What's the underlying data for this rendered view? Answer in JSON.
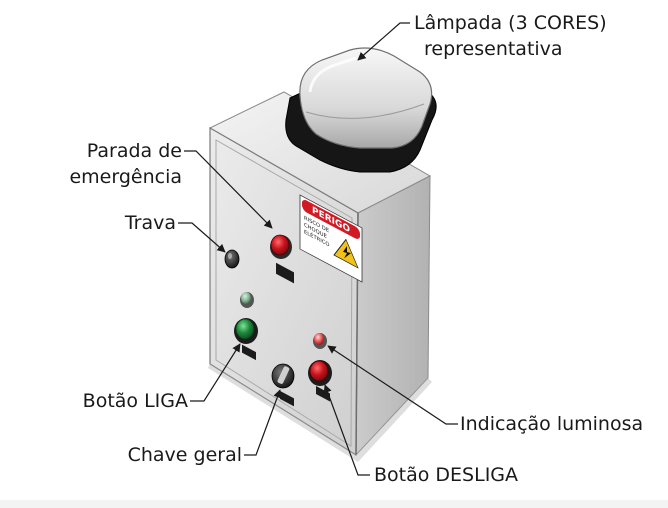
{
  "labels": {
    "lamp_line1": "Lâmpada (3 CORES)",
    "lamp_line2": "representativa",
    "emergency_line1": "Parada de",
    "emergency_line2": "emergência",
    "lock": "Trava",
    "start_button": "Botão LIGA",
    "main_switch": "Chave geral",
    "indicator": "Indicação luminosa",
    "stop_button": "Botão DESLIGA"
  },
  "warning_sign": {
    "title": "PERIGO",
    "line1": "RISCO DE",
    "line2": "CHOQUE",
    "line3": "ELÉTRICO"
  },
  "colors": {
    "emergency_red": "#c8141e",
    "start_green": "#1f8a3c",
    "stop_red": "#d01820",
    "warning_red": "#d11a24",
    "warning_yellow": "#f2c21a"
  }
}
